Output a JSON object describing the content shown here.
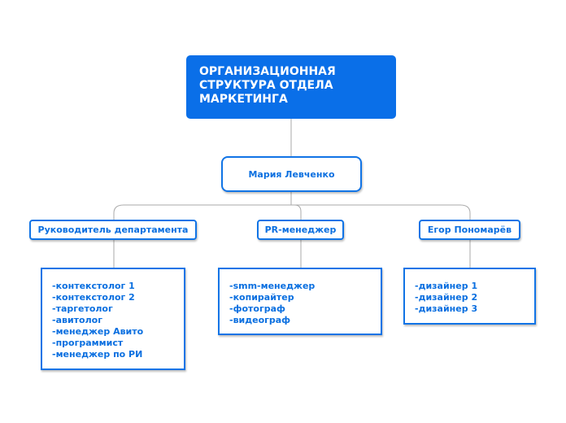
{
  "root": {
    "title": "ОРГАНИЗАЦИОННАЯ СТРУКТУРА ОТДЕЛА МАРКЕТИНГА"
  },
  "head": {
    "name": "Мария Левченко"
  },
  "branches": [
    {
      "label": "Руководитель департамента",
      "items": [
        "-контекстолог 1",
        "-контекстолог 2",
        "-таргетолог",
        "-авитолог",
        "-менеджер Авито",
        "-программист",
        "-менеджер по РИ"
      ]
    },
    {
      "label": "PR-менеджер",
      "items": [
        "-smm-менеджер",
        "-копирайтер",
        "-фотограф",
        "-видеограф"
      ]
    },
    {
      "label": "Егор Пономарёв",
      "items": [
        "-дизайнер 1",
        "-дизайнер 2",
        "-дизайнер 3"
      ]
    }
  ],
  "colors": {
    "accent": "#0a6fe8",
    "line": "#b0b0b0"
  }
}
